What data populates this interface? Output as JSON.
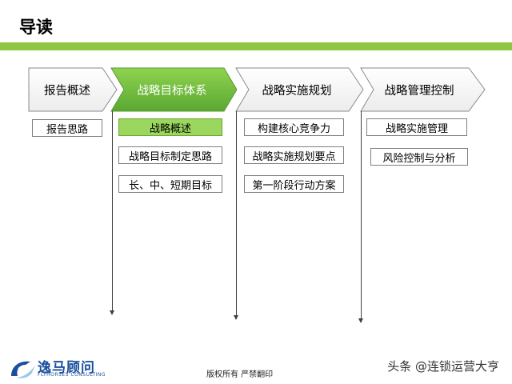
{
  "page": {
    "title": "导读"
  },
  "stages": [
    {
      "label": "报告概述",
      "active": false,
      "items": [
        {
          "label": "报告思路",
          "active": false
        }
      ]
    },
    {
      "label": "战略目标体系",
      "active": true,
      "items": [
        {
          "label": "战略概述",
          "active": true
        },
        {
          "label": "战略目标制定思路",
          "active": false
        },
        {
          "label": "长、中、短期目标",
          "active": false
        }
      ]
    },
    {
      "label": "战略实施规划",
      "active": false,
      "items": [
        {
          "label": "构建核心竞争力",
          "active": false
        },
        {
          "label": "战略实施规划要点",
          "active": false
        },
        {
          "label": "第一阶段行动方案",
          "active": false
        }
      ]
    },
    {
      "label": "战略管理控制",
      "active": false,
      "items": [
        {
          "label": "战略实施管理",
          "active": false
        },
        {
          "label": "风险控制与分析",
          "active": false
        }
      ]
    }
  ],
  "footer": {
    "logo_text": "逸马顾问",
    "logo_sub": "FLYHORSES CONSULTING",
    "copyright": "版权所有  严禁翻印",
    "watermark": "头条 @连锁运营大亨"
  },
  "colors": {
    "accent_green": "#8dc63f",
    "active_fill": "#6cbd45"
  }
}
